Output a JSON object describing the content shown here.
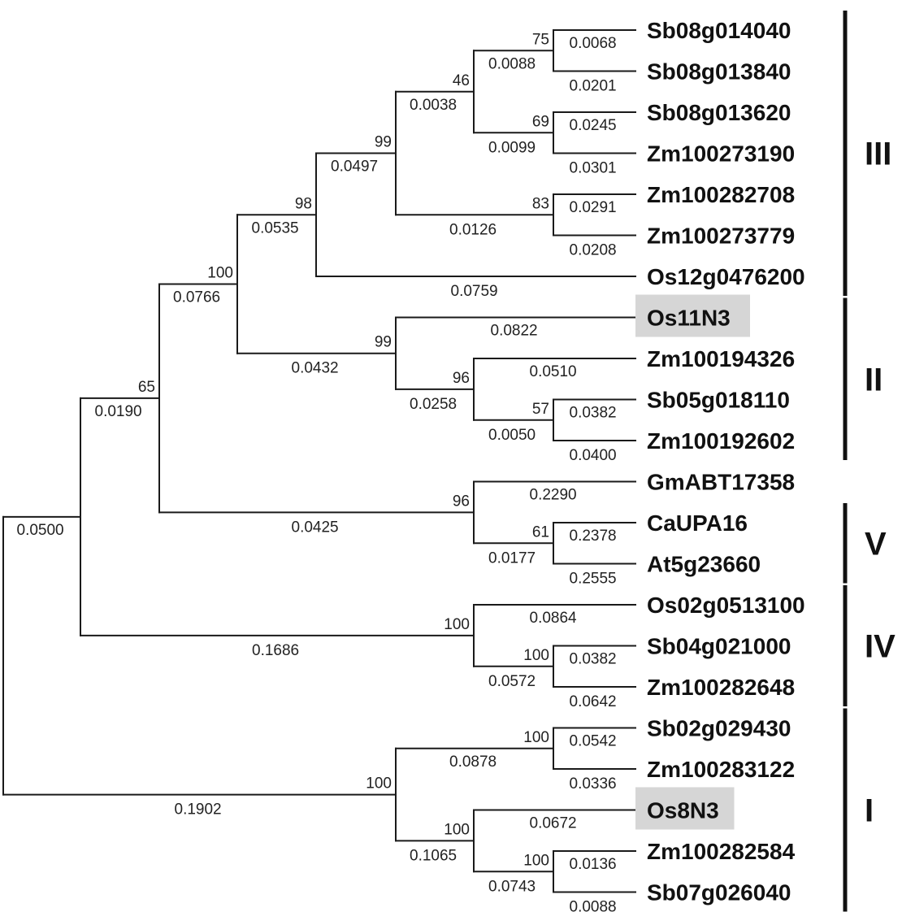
{
  "leaves": [
    {
      "id": "L01",
      "label": "Sb08g014040",
      "highlight": false
    },
    {
      "id": "L02",
      "label": "Sb08g013840",
      "highlight": false
    },
    {
      "id": "L03",
      "label": "Sb08g013620",
      "highlight": false
    },
    {
      "id": "L04",
      "label": "Zm100273190",
      "highlight": false
    },
    {
      "id": "L05",
      "label": "Zm100282708",
      "highlight": false
    },
    {
      "id": "L06",
      "label": "Zm100273779",
      "highlight": false
    },
    {
      "id": "L07",
      "label": "Os12g0476200",
      "highlight": false
    },
    {
      "id": "L08",
      "label": "Os11N3",
      "highlight": true
    },
    {
      "id": "L09",
      "label": "Zm100194326",
      "highlight": false
    },
    {
      "id": "L10",
      "label": "Sb05g018110",
      "highlight": false
    },
    {
      "id": "L11",
      "label": "Zm100192602",
      "highlight": false
    },
    {
      "id": "L12",
      "label": "GmABT17358",
      "highlight": false
    },
    {
      "id": "L13",
      "label": "CaUPA16",
      "highlight": false
    },
    {
      "id": "L14",
      "label": "At5g23660",
      "highlight": false
    },
    {
      "id": "L15",
      "label": "Os02g0513100",
      "highlight": false
    },
    {
      "id": "L16",
      "label": "Sb04g021000",
      "highlight": false
    },
    {
      "id": "L17",
      "label": "Zm100282648",
      "highlight": false
    },
    {
      "id": "L18",
      "label": "Sb02g029430",
      "highlight": false
    },
    {
      "id": "L19",
      "label": "Zm100283122",
      "highlight": false
    },
    {
      "id": "L20",
      "label": "Os8N3",
      "highlight": true
    },
    {
      "id": "L21",
      "label": "Zm100282584",
      "highlight": false
    },
    {
      "id": "L22",
      "label": "Sb07g026040",
      "highlight": false
    }
  ],
  "internal_nodes": [
    {
      "id": "N01",
      "children": [
        "L01",
        "L02"
      ],
      "bootstrap": "75"
    },
    {
      "id": "N02",
      "children": [
        "L03",
        "L04"
      ],
      "bootstrap": "69"
    },
    {
      "id": "N03",
      "children": [
        "N01",
        "N02"
      ],
      "bootstrap": "46"
    },
    {
      "id": "N04",
      "children": [
        "L05",
        "L06"
      ],
      "bootstrap": "83"
    },
    {
      "id": "N05",
      "children": [
        "N03",
        "N04"
      ],
      "bootstrap": "99"
    },
    {
      "id": "N06",
      "children": [
        "N05",
        "L07"
      ],
      "bootstrap": "98"
    },
    {
      "id": "N07",
      "children": [
        "L10",
        "L11"
      ],
      "bootstrap": "57"
    },
    {
      "id": "N08",
      "children": [
        "L09",
        "N07"
      ],
      "bootstrap": "96"
    },
    {
      "id": "N09",
      "children": [
        "L08",
        "N08"
      ],
      "bootstrap": "99"
    },
    {
      "id": "N10",
      "children": [
        "N06",
        "N09"
      ],
      "bootstrap": "100"
    },
    {
      "id": "N11",
      "children": [
        "L13",
        "L14"
      ],
      "bootstrap": "61"
    },
    {
      "id": "N12",
      "children": [
        "L12",
        "N11"
      ],
      "bootstrap": "96"
    },
    {
      "id": "N13",
      "children": [
        "N10",
        "N12"
      ],
      "bootstrap": "65"
    },
    {
      "id": "N14",
      "children": [
        "L16",
        "L17"
      ],
      "bootstrap": "100"
    },
    {
      "id": "N15",
      "children": [
        "L15",
        "N14"
      ],
      "bootstrap": "100"
    },
    {
      "id": "N16",
      "children": [
        "N13",
        "N15"
      ],
      "bootstrap": ""
    },
    {
      "id": "N17",
      "children": [
        "L18",
        "L19"
      ],
      "bootstrap": "100"
    },
    {
      "id": "N18",
      "children": [
        "L21",
        "L22"
      ],
      "bootstrap": "100"
    },
    {
      "id": "N19",
      "children": [
        "L20",
        "N18"
      ],
      "bootstrap": "100"
    },
    {
      "id": "N20",
      "children": [
        "N17",
        "N19"
      ],
      "bootstrap": "100"
    },
    {
      "id": "ROOT",
      "children": [
        "N16",
        "N20"
      ],
      "bootstrap": ""
    }
  ],
  "branch_lengths": {
    "L01": "0.0068",
    "L02": "0.0201",
    "N01": "0.0088",
    "L03": "0.0245",
    "L04": "0.0301",
    "N02": "0.0099",
    "N03": "0.0038",
    "L05": "0.0291",
    "L06": "0.0208",
    "N04": "0.0126",
    "N05": "0.0497",
    "L07": "0.0759",
    "N06": "0.0535",
    "L08": "0.0822",
    "L09": "0.0510",
    "L10": "0.0382",
    "L11": "0.0400",
    "N07": "0.0050",
    "N08": "0.0258",
    "N09": "0.0432",
    "N10": "0.0766",
    "L12": "0.2290",
    "L13": "0.2378",
    "L14": "0.2555",
    "N11": "0.0177",
    "N12": "0.0425",
    "N13": "0.0190",
    "L15": "0.0864",
    "L16": "0.0382",
    "L17": "0.0642",
    "N14": "0.0572",
    "N15": "0.1686",
    "N16": "0.0500",
    "L18": "0.0542",
    "L19": "0.0336",
    "N17": "0.0878",
    "L20": "0.0672",
    "L21": "0.0136",
    "L22": "0.0088",
    "N18": "0.0743",
    "N19": "0.1065",
    "N20": "0.1902"
  },
  "groups": [
    {
      "label": "III",
      "first": "L01",
      "last": "L07"
    },
    {
      "label": "II",
      "first": "L08",
      "last": "L11"
    },
    {
      "label": "V",
      "first": "L13",
      "last": "L14"
    },
    {
      "label": "IV",
      "first": "L15",
      "last": "L17"
    },
    {
      "label": "I",
      "first": "L18",
      "last": "L22"
    }
  ]
}
